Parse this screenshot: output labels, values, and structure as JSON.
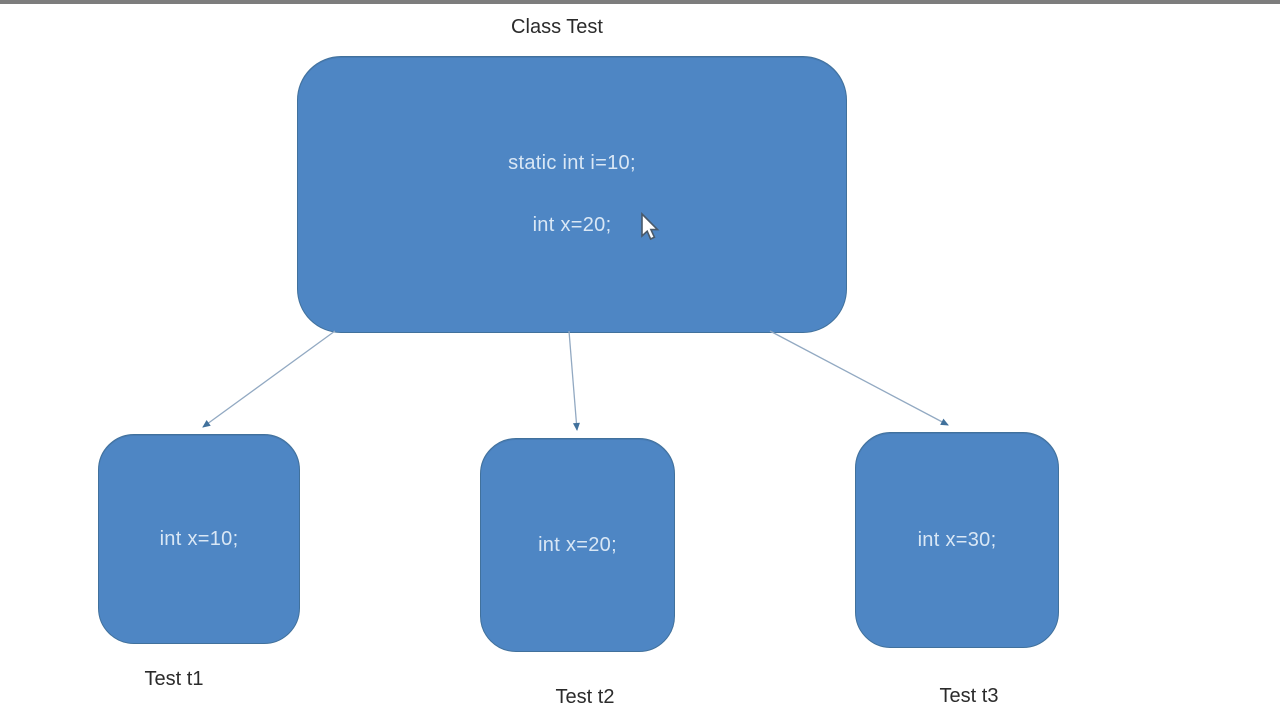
{
  "diagram": {
    "title": "Class Test",
    "class_box": {
      "line1": "static int i=10;",
      "line2": "int x=20;"
    },
    "instances": [
      {
        "text": "int x=10;",
        "label": "Test t1"
      },
      {
        "text": "int x=20;",
        "label": "Test t2"
      },
      {
        "text": "int x=30;",
        "label": "Test t3"
      }
    ],
    "colors": {
      "box_fill": "#4e86c4",
      "box_border": "#41719c",
      "box_text": "#d9e7f5",
      "label_text": "#2b2b2b",
      "arrow_line": "#92a9c2",
      "arrow_head": "#41719c",
      "top_bar": "#7d7d7d"
    }
  }
}
